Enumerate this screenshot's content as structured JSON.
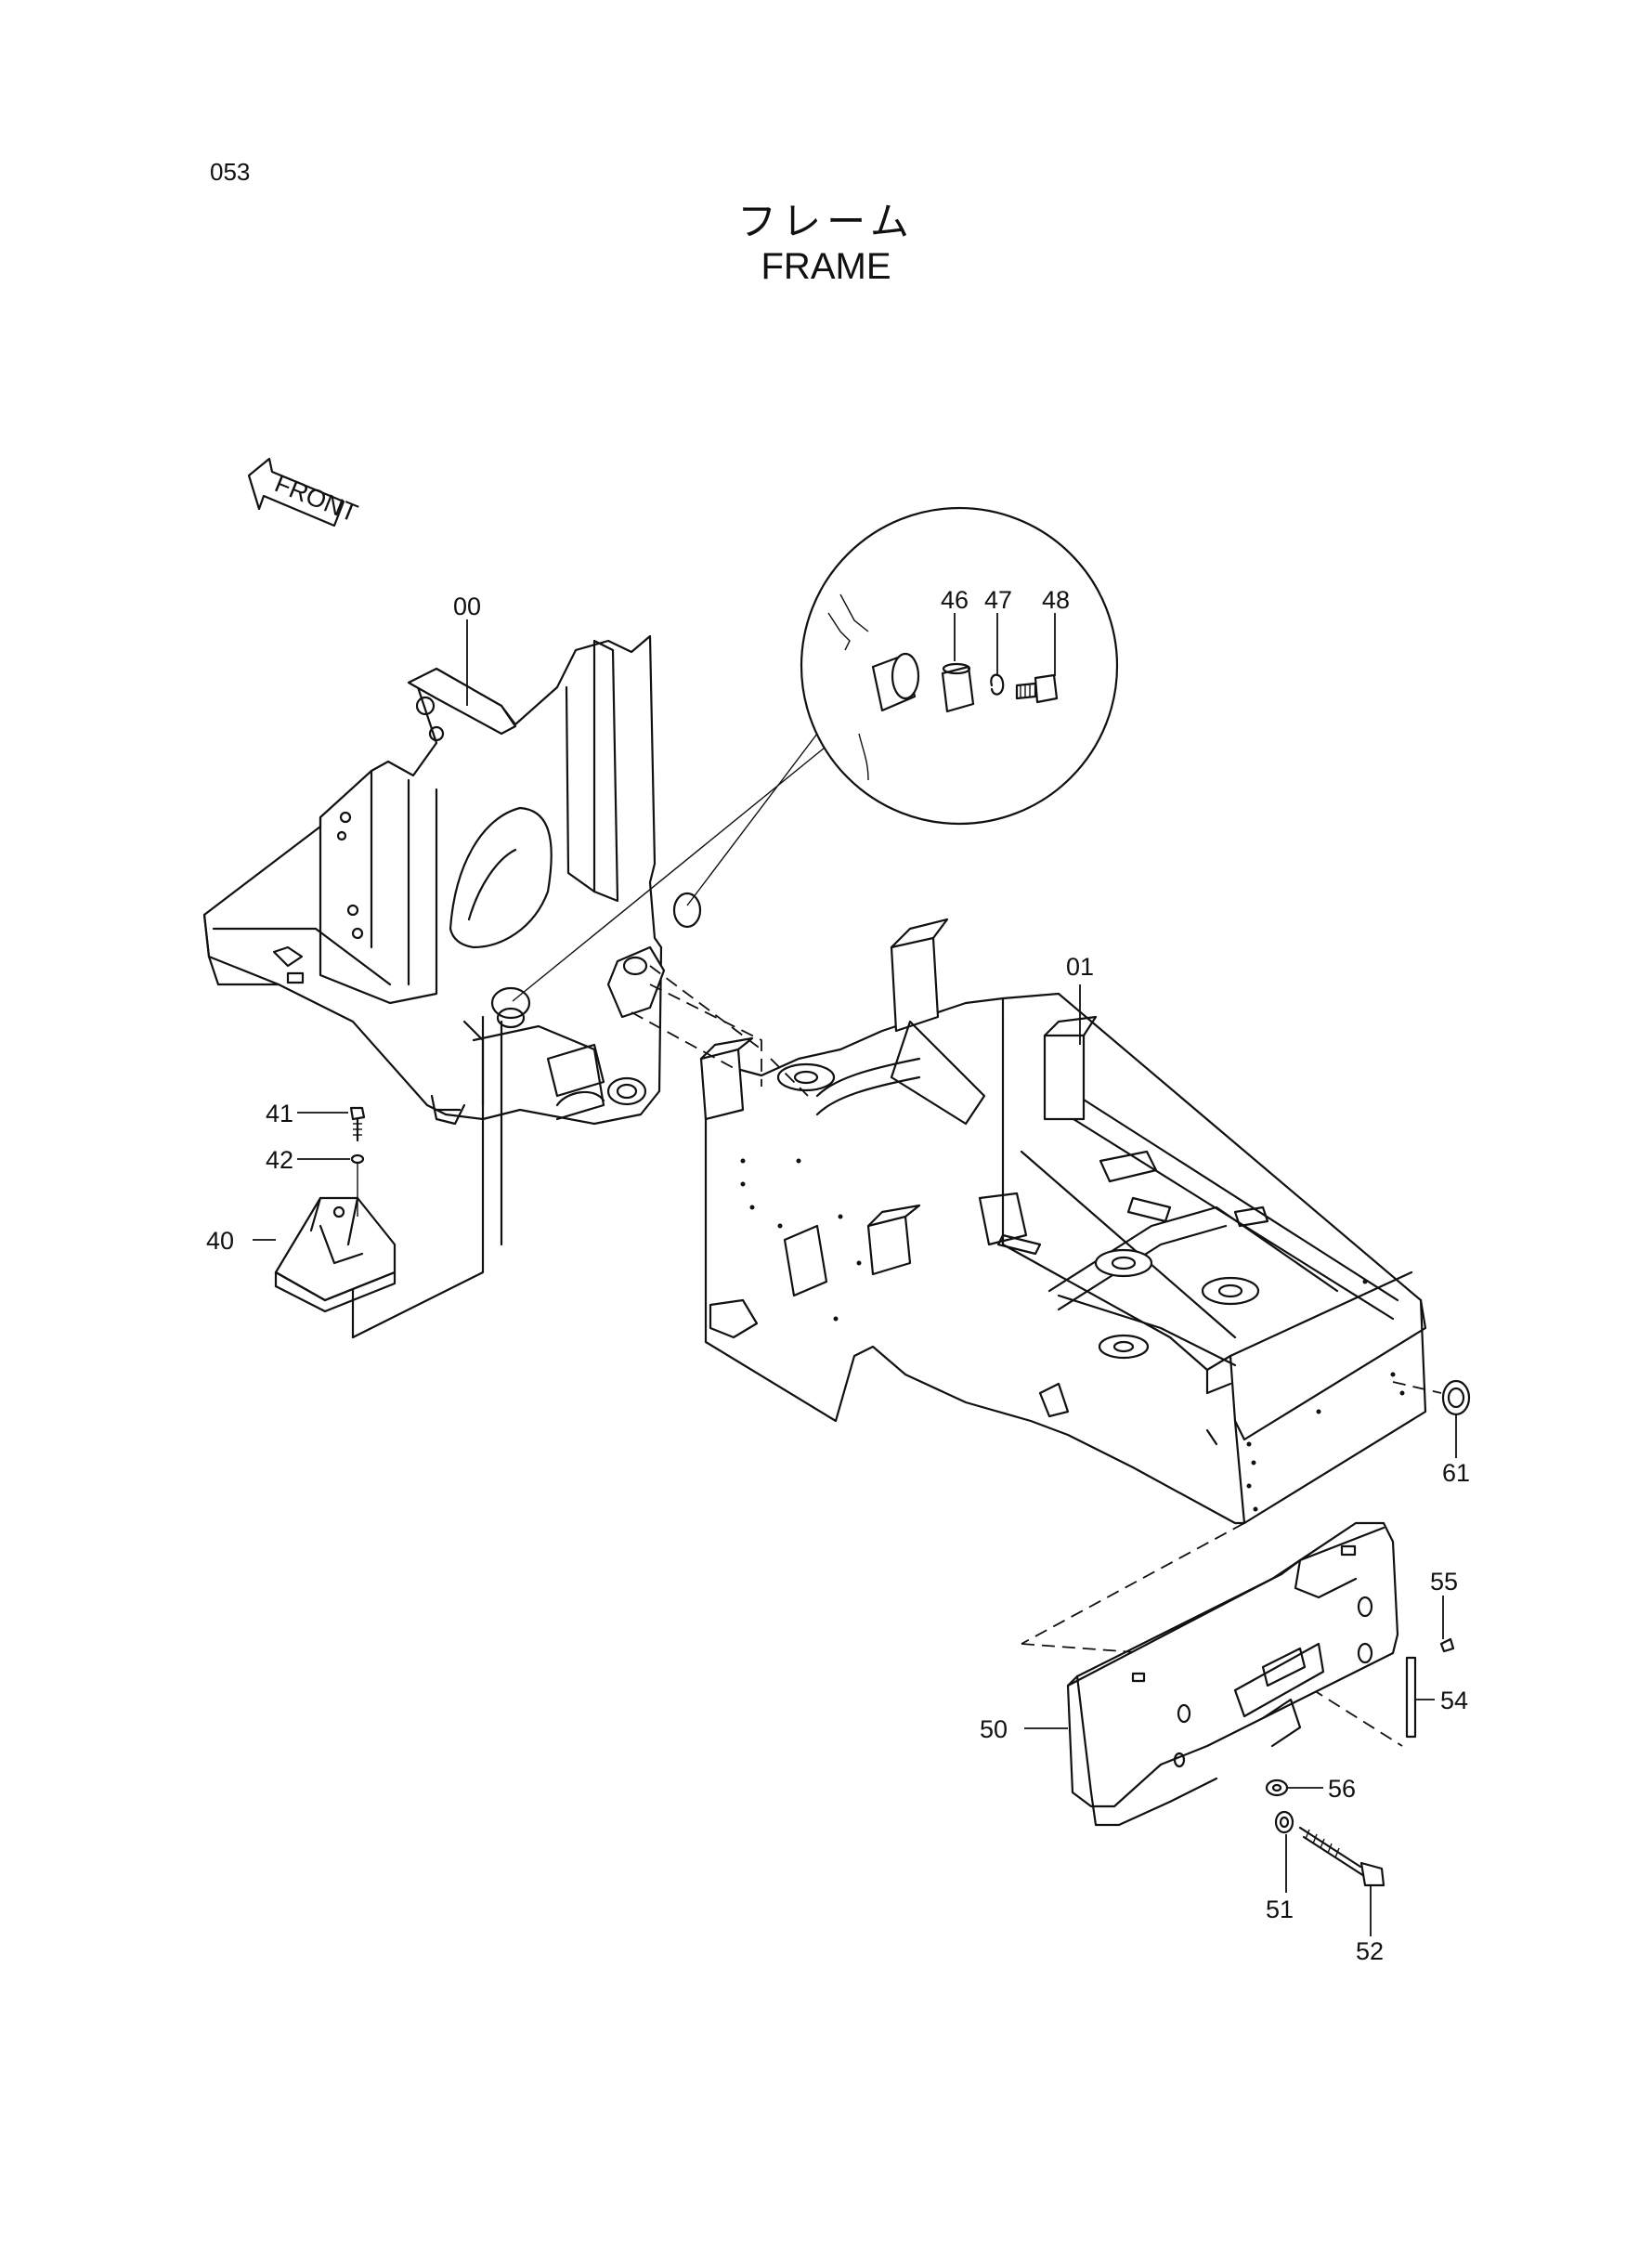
{
  "page_number": "053",
  "title_jp": "フレーム",
  "title_en": "FRAME",
  "front_arrow_label": "FRONT",
  "callouts": {
    "c00": "00",
    "c01": "01",
    "c40": "40",
    "c41": "41",
    "c42": "42",
    "c46": "46",
    "c47": "47",
    "c48": "48",
    "c50": "50",
    "c51": "51",
    "c52": "52",
    "c54": "54",
    "c55": "55",
    "c56": "56",
    "c61": "61"
  }
}
